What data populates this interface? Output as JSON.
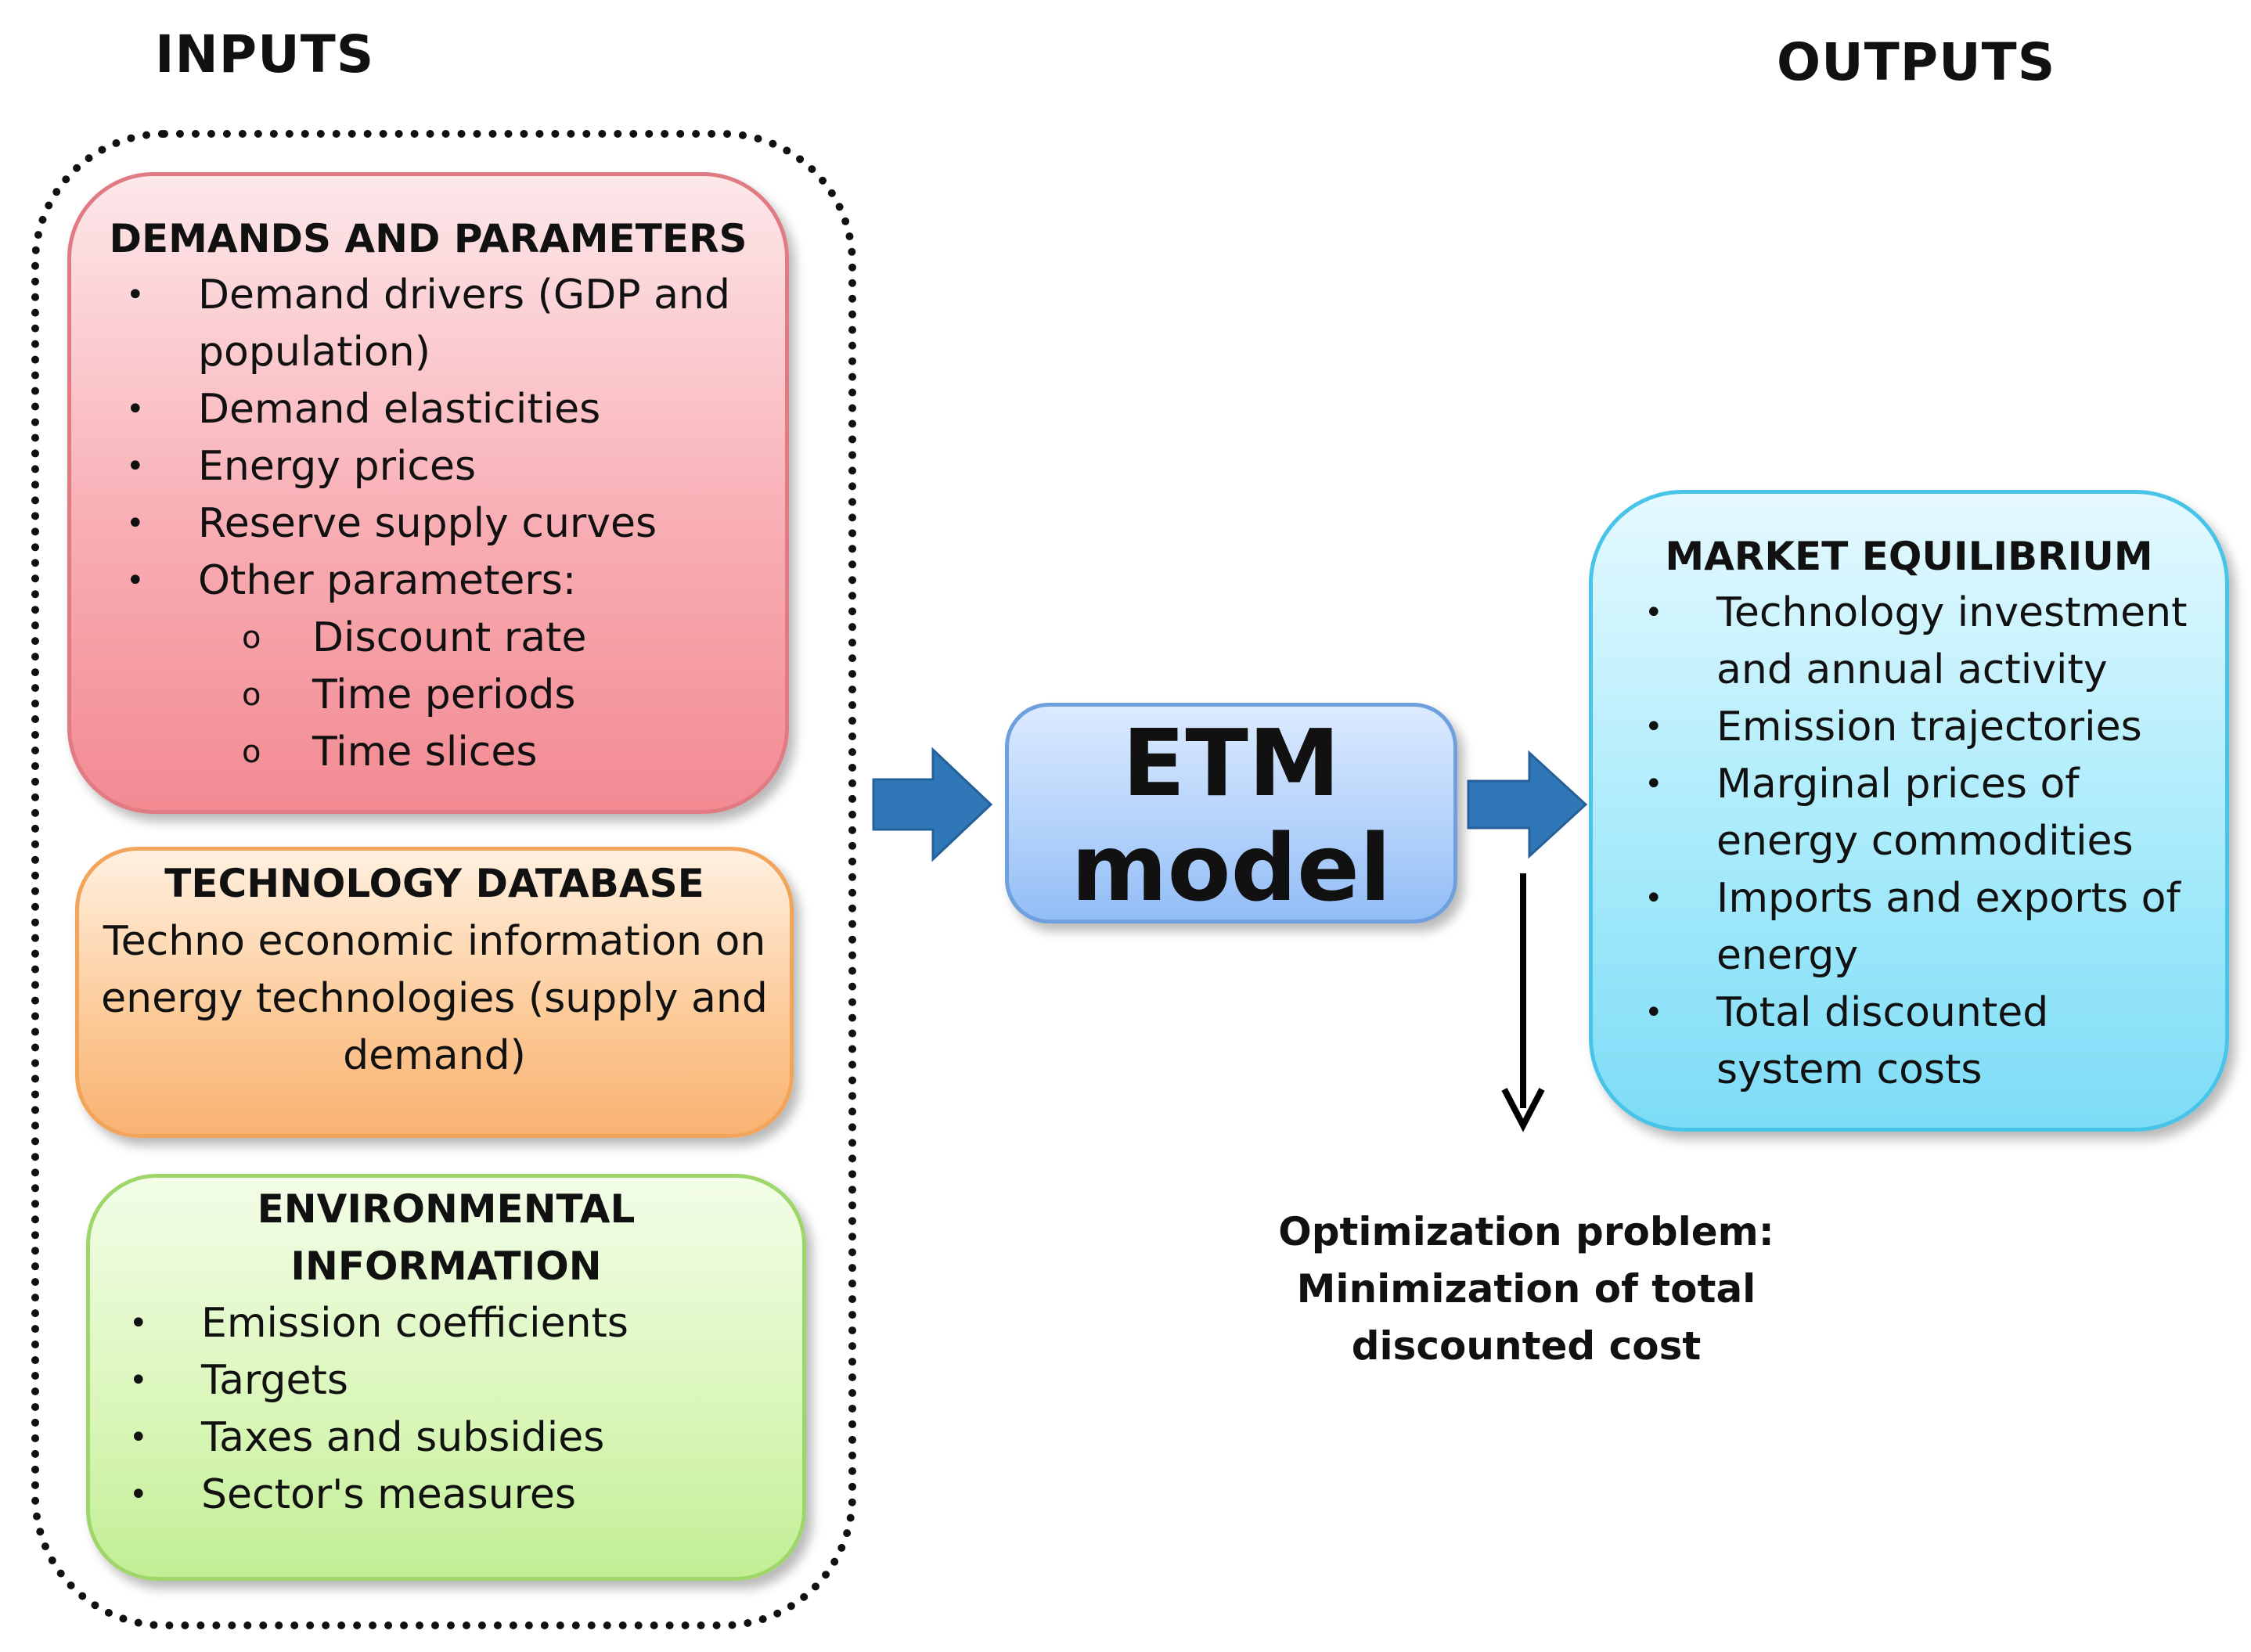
{
  "headings": {
    "inputs": "INPUTS",
    "outputs": "OUTPUTS"
  },
  "demands": {
    "title": "DEMANDS AND PARAMETERS",
    "items": [
      "Demand drivers (GDP and",
      "population)",
      "Demand elasticities",
      "Energy prices",
      "Reserve supply curves",
      "Other parameters:"
    ],
    "sub_items": [
      "Discount rate",
      "Time periods",
      "Time slices"
    ]
  },
  "technology": {
    "title": "TECHNOLOGY DATABASE",
    "lines": [
      "Techno economic information on",
      "energy technologies (supply and",
      "demand)"
    ]
  },
  "environment": {
    "title_lines": [
      "ENVIRONMENTAL",
      "INFORMATION"
    ],
    "items": [
      "Emission  coefficients",
      "Targets",
      "Taxes and subsidies",
      "Sector's measures"
    ]
  },
  "etm": {
    "line1": "ETM",
    "line2": "model"
  },
  "market": {
    "title": "MARKET EQUILIBRIUM",
    "lines": [
      "Technology investment",
      "and annual  activity",
      "Emission trajectories",
      "Marginal prices of",
      "energy commodities",
      "Imports and exports of",
      "energy",
      "Total discounted",
      "system costs"
    ]
  },
  "optimization": {
    "lines": [
      "Optimization problem:",
      "Minimization of total",
      "discounted cost"
    ]
  },
  "colors": {
    "demands_fill": "#f8aeb4",
    "technology_fill": "#fcc996",
    "environment_fill": "#d9f6b8",
    "etm_fill": "#b5d3fb",
    "market_fill": "#a9ebfb",
    "arrow_fill": "#2f77b6"
  }
}
